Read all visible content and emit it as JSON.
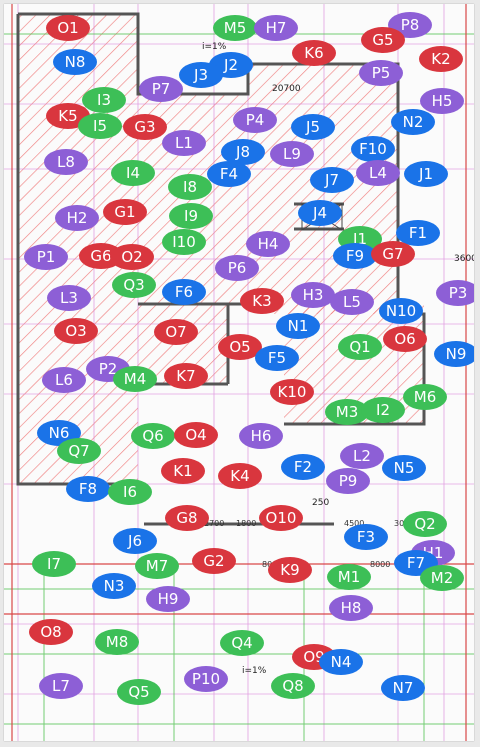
{
  "palette": {
    "red": "#d9363e",
    "blue": "#1a73e8",
    "green": "#3dbf57",
    "purple": "#8d5fd6"
  },
  "drawing_text": {
    "slope_top": "i=1%",
    "dim_top": "20700",
    "dim_right": "3600",
    "dim_mid": "250",
    "dims_row": [
      "2700",
      "1800",
      "4500",
      "300"
    ],
    "dim_bottom1": "8000",
    "dim_bottom2": "8000",
    "slope_bottom": "i=1%"
  },
  "markers": [
    {
      "id": "O1",
      "color": "red"
    },
    {
      "id": "M5",
      "color": "green"
    },
    {
      "id": "H7",
      "color": "purple"
    },
    {
      "id": "P8",
      "color": "purple"
    },
    {
      "id": "G5",
      "color": "red"
    },
    {
      "id": "K2",
      "color": "red"
    },
    {
      "id": "K6",
      "color": "red"
    },
    {
      "id": "N8",
      "color": "blue"
    },
    {
      "id": "J2",
      "color": "blue"
    },
    {
      "id": "J3",
      "color": "blue"
    },
    {
      "id": "P5",
      "color": "purple"
    },
    {
      "id": "P7",
      "color": "purple"
    },
    {
      "id": "H5",
      "color": "purple"
    },
    {
      "id": "I3",
      "color": "green"
    },
    {
      "id": "K5",
      "color": "red"
    },
    {
      "id": "I5",
      "color": "green"
    },
    {
      "id": "G3",
      "color": "red"
    },
    {
      "id": "P4",
      "color": "purple"
    },
    {
      "id": "J5",
      "color": "blue"
    },
    {
      "id": "N2",
      "color": "blue"
    },
    {
      "id": "L1",
      "color": "purple"
    },
    {
      "id": "J8",
      "color": "blue"
    },
    {
      "id": "L9",
      "color": "purple"
    },
    {
      "id": "F10",
      "color": "blue"
    },
    {
      "id": "L8",
      "color": "purple"
    },
    {
      "id": "I4",
      "color": "green"
    },
    {
      "id": "F4",
      "color": "blue"
    },
    {
      "id": "J7",
      "color": "blue"
    },
    {
      "id": "L4",
      "color": "purple"
    },
    {
      "id": "J1",
      "color": "blue"
    },
    {
      "id": "I8",
      "color": "green"
    },
    {
      "id": "G1",
      "color": "red"
    },
    {
      "id": "I9",
      "color": "green"
    },
    {
      "id": "J4",
      "color": "blue"
    },
    {
      "id": "H2",
      "color": "purple"
    },
    {
      "id": "I10",
      "color": "green"
    },
    {
      "id": "H4",
      "color": "purple"
    },
    {
      "id": "I1",
      "color": "green"
    },
    {
      "id": "F1",
      "color": "blue"
    },
    {
      "id": "F9",
      "color": "blue"
    },
    {
      "id": "G7",
      "color": "red"
    },
    {
      "id": "P1",
      "color": "purple"
    },
    {
      "id": "G6",
      "color": "red"
    },
    {
      "id": "O2",
      "color": "red"
    },
    {
      "id": "P6",
      "color": "purple"
    },
    {
      "id": "Q3",
      "color": "green"
    },
    {
      "id": "F6",
      "color": "blue"
    },
    {
      "id": "P3",
      "color": "purple"
    },
    {
      "id": "L3",
      "color": "purple"
    },
    {
      "id": "K3",
      "color": "red"
    },
    {
      "id": "H3",
      "color": "purple"
    },
    {
      "id": "L5",
      "color": "purple"
    },
    {
      "id": "N10",
      "color": "blue"
    },
    {
      "id": "N1",
      "color": "blue"
    },
    {
      "id": "O3",
      "color": "red"
    },
    {
      "id": "O7",
      "color": "red"
    },
    {
      "id": "O6",
      "color": "red"
    },
    {
      "id": "Q1",
      "color": "green"
    },
    {
      "id": "O5",
      "color": "red"
    },
    {
      "id": "N9",
      "color": "blue"
    },
    {
      "id": "F5",
      "color": "blue"
    },
    {
      "id": "P2",
      "color": "purple"
    },
    {
      "id": "L6",
      "color": "purple"
    },
    {
      "id": "M4",
      "color": "green"
    },
    {
      "id": "K7",
      "color": "red"
    },
    {
      "id": "K10",
      "color": "red"
    },
    {
      "id": "M6",
      "color": "green"
    },
    {
      "id": "M3",
      "color": "green"
    },
    {
      "id": "I2",
      "color": "green"
    },
    {
      "id": "N6",
      "color": "blue"
    },
    {
      "id": "Q6",
      "color": "green"
    },
    {
      "id": "O4",
      "color": "red"
    },
    {
      "id": "H6",
      "color": "purple"
    },
    {
      "id": "Q7",
      "color": "green"
    },
    {
      "id": "L2",
      "color": "purple"
    },
    {
      "id": "K1",
      "color": "red"
    },
    {
      "id": "K4",
      "color": "red"
    },
    {
      "id": "F2",
      "color": "blue"
    },
    {
      "id": "N5",
      "color": "blue"
    },
    {
      "id": "P9",
      "color": "purple"
    },
    {
      "id": "F8",
      "color": "blue"
    },
    {
      "id": "I6",
      "color": "green"
    },
    {
      "id": "G8",
      "color": "red"
    },
    {
      "id": "O10",
      "color": "red"
    },
    {
      "id": "Q2",
      "color": "green"
    },
    {
      "id": "J6",
      "color": "blue"
    },
    {
      "id": "F3",
      "color": "blue"
    },
    {
      "id": "H1",
      "color": "purple"
    },
    {
      "id": "I7",
      "color": "green"
    },
    {
      "id": "M7",
      "color": "green"
    },
    {
      "id": "G2",
      "color": "red"
    },
    {
      "id": "K9",
      "color": "red"
    },
    {
      "id": "F7",
      "color": "blue"
    },
    {
      "id": "M1",
      "color": "green"
    },
    {
      "id": "M2",
      "color": "green"
    },
    {
      "id": "N3",
      "color": "blue"
    },
    {
      "id": "H9",
      "color": "purple"
    },
    {
      "id": "H8",
      "color": "purple"
    },
    {
      "id": "O8",
      "color": "red"
    },
    {
      "id": "M8",
      "color": "green"
    },
    {
      "id": "Q4",
      "color": "green"
    },
    {
      "id": "O9",
      "color": "red"
    },
    {
      "id": "N4",
      "color": "blue"
    },
    {
      "id": "L7",
      "color": "purple"
    },
    {
      "id": "P10",
      "color": "purple"
    },
    {
      "id": "Q5",
      "color": "green"
    },
    {
      "id": "Q8",
      "color": "green"
    },
    {
      "id": "N7",
      "color": "blue"
    }
  ]
}
